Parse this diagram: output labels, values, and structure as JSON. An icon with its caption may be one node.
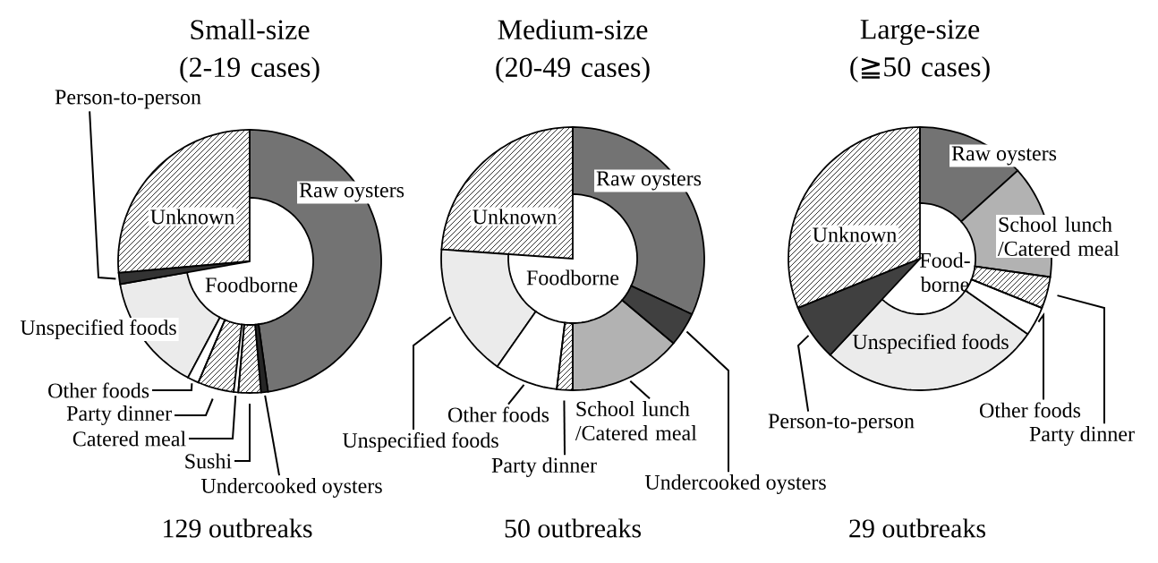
{
  "diagram": {
    "nodes": [
      {
        "text": [
          "Person-to-person"
        ]
      },
      {
        "text": [
          "Other foods"
        ]
      },
      {
        "text": [
          "Party dinner"
        ]
      },
      {
        "text": [
          "Catered meal"
        ]
      },
      {
        "text": [
          "Sushi"
        ]
      },
      {
        "text": [
          "Undercooked oysters"
        ]
      },
      {
        "text": [
          "Unspecified foods"
        ]
      },
      {
        "text": [
          "Other foods"
        ]
      },
      {
        "text": [
          "School lunch /Catered meal"
        ]
      },
      {
        "text": [
          "Party dinner"
        ]
      },
      {
        "text": [
          "Undercooked oysters"
        ]
      },
      {
        "text": [
          "Person-to-person"
        ]
      },
      {
        "text": [
          "Other foods"
        ]
      },
      {
        "text": [
          "Party dinner"
        ]
      },
      {
        "text": [],
        "shape": "wedge"
      },
      {
        "text": [],
        "shape": "wedge"
      },
      {
        "text": [],
        "shape": "wedge"
      },
      {
        "text": [],
        "shape": "wedge"
      },
      {
        "text": [],
        "shape": "wedge"
      },
      {
        "text": [],
        "shape": "wedge"
      },
      {
        "text": [],
        "shape": "wedge"
      },
      {
        "text": [],
        "shape": "wedge"
      },
      {
        "text": [],
        "shape": "wedge"
      },
      {
        "text": [],
        "shape": "wedge"
      },
      {
        "text": [],
        "shape": "wedge"
      },
      {
        "text": [],
        "shape": "wedge"
      },
      {
        "text": [],
        "shape": "wedge"
      },
      {
        "text": [],
        "shape": "wedge"
      }
    ],
    "edges": [
      {
        "from": 0,
        "to": 14,
        "arrow": "none"
      },
      {
        "from": 1,
        "to": 15,
        "arrow": "none"
      },
      {
        "from": 2,
        "to": 16,
        "arrow": "none"
      },
      {
        "from": 3,
        "to": 17,
        "arrow": "none"
      },
      {
        "from": 4,
        "to": 18,
        "arrow": "none"
      },
      {
        "from": 5,
        "to": 19,
        "arrow": "none"
      },
      {
        "from": 6,
        "to": 20,
        "arrow": "none"
      },
      {
        "from": 7,
        "to": 21,
        "arrow": "none"
      },
      {
        "from": 8,
        "to": 22,
        "arrow": "none"
      },
      {
        "from": 9,
        "to": 23,
        "arrow": "none"
      },
      {
        "from": 10,
        "to": 24,
        "arrow": "none"
      },
      {
        "from": 11,
        "to": 25,
        "arrow": "none"
      },
      {
        "from": 12,
        "to": 26,
        "arrow": "none"
      },
      {
        "from": 13,
        "to": 27,
        "arrow": "none"
      }
    ],
    "labels": [
      "Small-size (2-19 cases)",
      "Medium-size (20-49 cases)",
      "Large-size (≧50 cases)",
      "Raw oysters",
      "Unknown",
      "Foodborne",
      "Unspecified foods",
      "Raw oysters",
      "Unknown",
      "Foodborne",
      "Raw oysters",
      "School lunch /Catered meal",
      "Unknown",
      "Food-borne",
      "Unspecified foods",
      "129 outbreaks",
      "50 outbreaks",
      "29 outbreaks"
    ]
  }
}
